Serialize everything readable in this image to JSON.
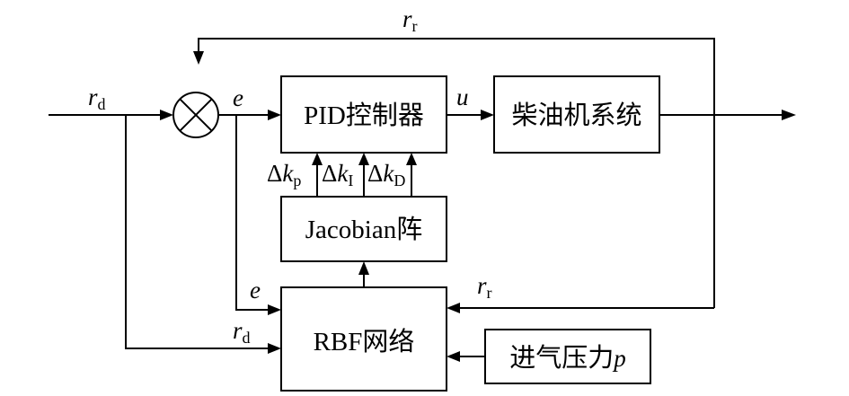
{
  "diagram": {
    "title": "RBF-PID diesel engine control block diagram",
    "blocks": {
      "pid": {
        "label": "PID控制器"
      },
      "plant": {
        "label": "柴油机系统"
      },
      "jacobian": {
        "label": "Jacobian阵"
      },
      "rbf": {
        "label": "RBF网络"
      },
      "intake": {
        "label": "进气压力",
        "var": "p"
      }
    },
    "signals": {
      "rd_input": {
        "main": "r",
        "sub": "d"
      },
      "rr_feedback_top": {
        "main": "r",
        "sub": "r"
      },
      "e_error": {
        "main": "e"
      },
      "u_control": {
        "main": "u"
      },
      "e_to_rbf": {
        "main": "e"
      },
      "rd_to_rbf": {
        "main": "r",
        "sub": "d"
      },
      "rr_to_rbf": {
        "main": "r",
        "sub": "r"
      },
      "dkp": {
        "delta": "Δ",
        "main": "k",
        "sub": "p"
      },
      "dki": {
        "delta": "Δ",
        "main": "k",
        "sub": "I"
      },
      "dkd": {
        "delta": "Δ",
        "main": "k",
        "sub": "D"
      }
    },
    "summing_junction": {
      "symbol": "multiplication-cross"
    }
  }
}
